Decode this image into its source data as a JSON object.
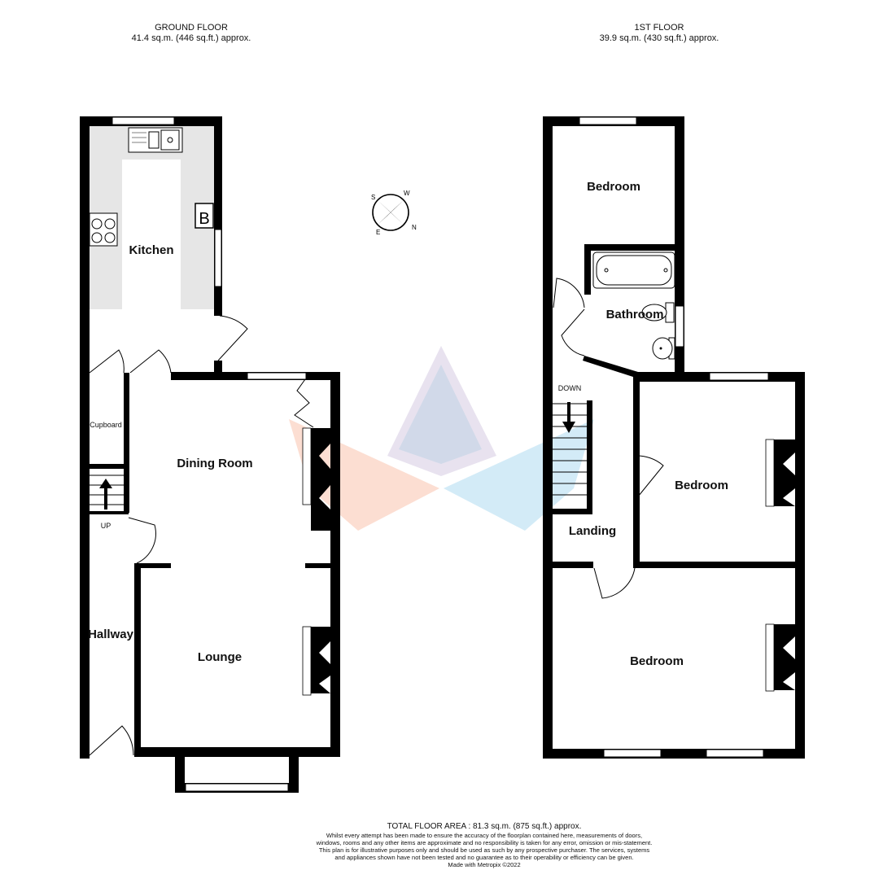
{
  "ground_floor": {
    "name": "GROUND FLOOR",
    "area": "41.4 sq.m. (446 sq.ft.) approx.",
    "rooms": {
      "kitchen": "Kitchen",
      "dining": "Dining Room",
      "lounge": "Lounge",
      "hallway": "Hallway",
      "cupboard": "Cupboard"
    },
    "boiler": "B",
    "stairs": "UP"
  },
  "first_floor": {
    "name": "1ST FLOOR",
    "area": "39.9 sq.m. (430 sq.ft.) approx.",
    "rooms": {
      "bedroom_top": "Bedroom",
      "bathroom": "Bathroom",
      "bedroom_middle": "Bedroom",
      "landing": "Landing",
      "bedroom_bottom": "Bedroom"
    },
    "stairs": "DOWN"
  },
  "compass": {
    "n": "N",
    "s": "S",
    "e": "E",
    "w": "W"
  },
  "footer": {
    "total": "TOTAL FLOOR AREA : 81.3 sq.m. (875 sq.ft.) approx.",
    "disclaimer": "Whilst every attempt has been made to ensure the accuracy of the floorplan contained here, measurements of doors, windows, rooms and any other items are approximate and no responsibility is taken for any error, omission or mis-statement. This plan is for illustrative purposes only and should be used as such by any prospective purchaser. The services, systems and appliances shown have not been tested and no guarantee as to their operability or efficiency can be given.",
    "credit": "Made with Metropix ©2022"
  },
  "colors": {
    "wall": "#000000",
    "kitchen_floor": "#e6e6e6",
    "wm_purple": "#b8a8d0",
    "wm_orange": "#f6b58c",
    "wm_blue": "#8ccbe8"
  }
}
